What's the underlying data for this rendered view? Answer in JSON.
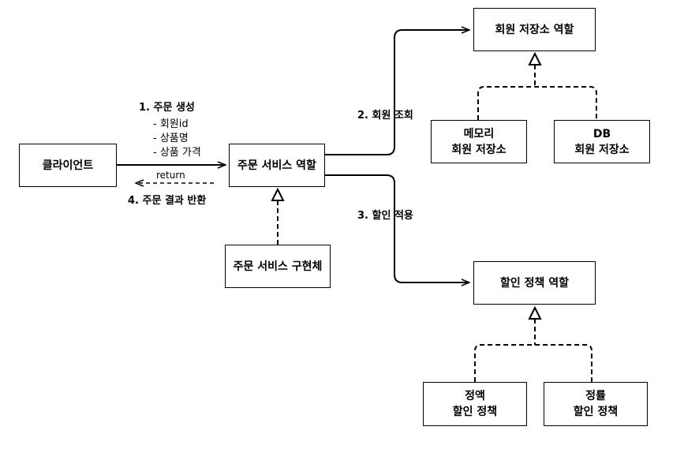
{
  "boxes": {
    "client": "클라이언트",
    "order_service_role": "주문 서비스 역할",
    "order_service_impl": "주문 서비스 구현체",
    "member_repo_role": "회원 저장소 역할",
    "memory_repo": {
      "line1": "메모리",
      "line2": "회원 저장소"
    },
    "db_repo": {
      "line1": "DB",
      "line2": "회원 저장소"
    },
    "discount_policy_role": "할인 정책 역할",
    "fixed_discount": {
      "line1": "정액",
      "line2": "할인 정책"
    },
    "rate_discount": {
      "line1": "정률",
      "line2": "할인 정책"
    }
  },
  "labels": {
    "step1_title": "1. 주문 생성",
    "step1_items": [
      "- 회원id",
      "- 상품명",
      "- 상품 가격"
    ],
    "return_label": "return",
    "step4": "4. 주문 결과 반환",
    "step2": "2. 회원 조회",
    "step3": "3. 할인 적용"
  }
}
